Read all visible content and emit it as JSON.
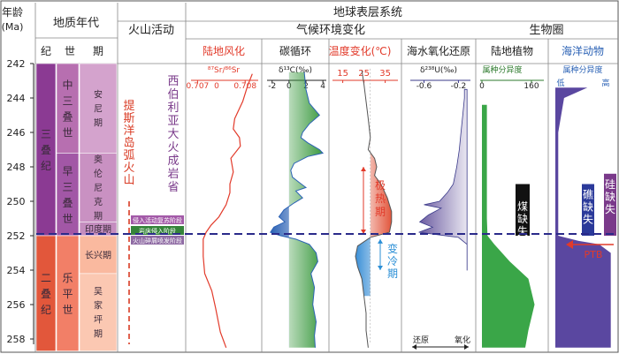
{
  "chart_data": {
    "type": "line",
    "y_axis": {
      "label": "年龄",
      "unit": "(Ma)",
      "ticks": [
        242,
        244,
        246,
        248,
        250,
        252,
        254,
        256,
        258
      ],
      "range": [
        242,
        258
      ]
    },
    "headers": {
      "geo_time": "地质年代",
      "period": "纪",
      "epoch": "世",
      "stage": "期",
      "volcanic": "火山活动",
      "surface_system": "地球表层系统",
      "climate_env": "气候环境变化",
      "biosphere": "生物圈"
    },
    "periods": [
      {
        "name": "三叠纪",
        "chars": [
          "三",
          "叠",
          "纪"
        ],
        "from": 242,
        "to": 252,
        "color": "#8b3a93"
      },
      {
        "name": "二叠纪",
        "chars": [
          "二",
          "叠",
          "纪"
        ],
        "from": 252,
        "to": 258.7,
        "color": "#e2573b"
      }
    ],
    "epochs": [
      {
        "name": "中三叠世",
        "chars": [
          "中",
          "三",
          "叠",
          "世"
        ],
        "from": 242,
        "to": 247.2,
        "color": "#b76fb0"
      },
      {
        "name": "早三叠世",
        "chars": [
          "早",
          "三",
          "叠",
          "世"
        ],
        "from": 247.2,
        "to": 252,
        "color": "#a257a6"
      },
      {
        "name": "乐平世",
        "chars": [
          "乐",
          "平",
          "世"
        ],
        "from": 252,
        "to": 258.7,
        "color": "#f27f67"
      }
    ],
    "stages": [
      {
        "name": "安尼期",
        "chars": [
          "安",
          "尼",
          "期"
        ],
        "from": 242,
        "to": 247.2,
        "color": "#d4a3cd"
      },
      {
        "name": "奥伦尼克期",
        "chars": [
          "奥",
          "伦",
          "尼",
          "克",
          "期"
        ],
        "from": 247.2,
        "to": 251.2,
        "color": "#c991c2"
      },
      {
        "name": "印度期",
        "chars": [
          "印度期"
        ],
        "from": 251.2,
        "to": 252,
        "color": "#c48dbf"
      },
      {
        "name": "长兴期",
        "chars": [
          "长兴期"
        ],
        "from": 252,
        "to": 254.2,
        "color": "#fab99f"
      },
      {
        "name": "吴家坪期",
        "chars": [
          "吴",
          "家",
          "坪",
          "期"
        ],
        "from": 254.2,
        "to": 258.7,
        "color": "#fbc8b2"
      }
    ],
    "volcanic": {
      "tethys_arc": {
        "chars": [
          "提",
          "斯",
          "洋",
          "岛",
          "弧",
          "火",
          "山"
        ],
        "color": "#d93b24"
      },
      "siberian_traps": {
        "chars": [
          "西",
          "伯",
          "利",
          "亚",
          "大",
          "火",
          "成",
          "岩",
          "省"
        ],
        "color": "#7a3a8a"
      },
      "phases": [
        {
          "label": "侵入活动复苏阶段",
          "color": "#a35aa8"
        },
        {
          "label": "岩床侵入阶段",
          "color": "#35843a"
        },
        {
          "label": "火山碎屑喷发阶段",
          "color": "#8e6aa3"
        }
      ]
    },
    "boundary_age": 251.9,
    "panels": [
      {
        "title": "陆地风化",
        "title_color": "#e23a2a",
        "axis_label": "⁸⁷Sr/⁸⁶Sr",
        "ticks": [
          0.707,
          0.708
        ],
        "tick_labels": [
          "0.707",
          "0",
          "0.708"
        ],
        "range": [
          0.7069,
          0.7082
        ],
        "series": [
          {
            "name": "",
            "color": "#e23a2a",
            "points": [
              [
                0.70815,
                242.6
              ],
              [
                0.70805,
                243.3
              ],
              [
                0.70795,
                244.2
              ],
              [
                0.70778,
                245.2
              ],
              [
                0.70775,
                245.8
              ],
              [
                0.70788,
                246.3
              ],
              [
                0.7079,
                246.8
              ],
              [
                0.7077,
                247.5
              ],
              [
                0.70775,
                248.3
              ],
              [
                0.70768,
                249.0
              ],
              [
                0.70768,
                249.5
              ],
              [
                0.7076,
                250.2
              ],
              [
                0.70745,
                250.9
              ],
              [
                0.70728,
                251.4
              ],
              [
                0.70718,
                251.8
              ],
              [
                0.70712,
                252.2
              ],
              [
                0.70712,
                253.2
              ],
              [
                0.70715,
                254.2
              ],
              [
                0.7073,
                255.2
              ],
              [
                0.70738,
                256.2
              ],
              [
                0.70748,
                257.6
              ],
              [
                0.7076,
                258.5
              ]
            ]
          }
        ]
      },
      {
        "title": "碳循环",
        "title_color": "#222222",
        "axis_label": "δ¹³C(‰)",
        "ticks": [
          -2,
          0,
          2,
          4
        ],
        "tick_labels": [
          "-2",
          "0",
          "2",
          "4"
        ],
        "range": [
          -2.6,
          4.3
        ],
        "fill_from": 0,
        "positive_color": "#3c9a40",
        "negative_color": "#2b62b5",
        "points": [
          [
            1.8,
            242.5
          ],
          [
            2.0,
            243.5
          ],
          [
            2.4,
            244.3
          ],
          [
            3.6,
            245.0
          ],
          [
            2.4,
            245.5
          ],
          [
            1.6,
            246.0
          ],
          [
            1.4,
            246.3
          ],
          [
            2.2,
            246.6
          ],
          [
            3.6,
            247.0
          ],
          [
            4.0,
            247.2
          ],
          [
            2.2,
            247.4
          ],
          [
            0.6,
            247.8
          ],
          [
            0.2,
            248.2
          ],
          [
            0.4,
            248.6
          ],
          [
            1.2,
            248.9
          ],
          [
            2.0,
            249.2
          ],
          [
            0.8,
            249.4
          ],
          [
            1.6,
            249.8
          ],
          [
            0.6,
            250.1
          ],
          [
            -0.6,
            250.5
          ],
          [
            -1.2,
            250.9
          ],
          [
            -0.5,
            251.2
          ],
          [
            -1.8,
            251.5
          ],
          [
            -2.2,
            251.8
          ],
          [
            -1.0,
            252.0
          ],
          [
            0.8,
            252.2
          ],
          [
            2.4,
            252.5
          ],
          [
            3.2,
            253.0
          ],
          [
            3.4,
            253.5
          ],
          [
            2.6,
            254.2
          ],
          [
            3.0,
            255.0
          ],
          [
            2.8,
            256.0
          ],
          [
            3.2,
            257.0
          ],
          [
            3.0,
            257.8
          ],
          [
            3.1,
            258.5
          ]
        ]
      },
      {
        "title": "温度变化",
        "title_unit": "(℃)",
        "title_color": "#e23a2a",
        "ticks": [
          15,
          25,
          35
        ],
        "tick_labels": [
          "15",
          "25",
          "35"
        ],
        "range": [
          11,
          41
        ],
        "fill_from": 28,
        "warm_color": "#e2553b",
        "cold_color": "#3a8fd6",
        "points": [
          [
            24,
            242.4
          ],
          [
            25,
            243.2
          ],
          [
            26,
            244.2
          ],
          [
            27,
            245.2
          ],
          [
            28,
            246.3
          ],
          [
            27,
            247.0
          ],
          [
            30,
            247.5
          ],
          [
            31,
            248.0
          ],
          [
            30,
            248.5
          ],
          [
            33,
            249.0
          ],
          [
            36,
            249.8
          ],
          [
            38,
            250.6
          ],
          [
            38,
            251.2
          ],
          [
            37,
            251.8
          ],
          [
            28,
            252.1
          ],
          [
            22,
            252.6
          ],
          [
            21,
            253.2
          ],
          [
            22,
            253.8
          ],
          [
            24,
            254.5
          ],
          [
            25,
            255.5
          ],
          [
            26,
            256.5
          ],
          [
            26,
            257.5
          ],
          [
            27,
            258.5
          ]
        ],
        "annotations": [
          {
            "text": "极热期",
            "color": "#e23a2a",
            "from": 248.0,
            "to": 251.9
          },
          {
            "text": "变冷期",
            "color": "#2b8fd6",
            "from": 252.2,
            "to": 254.0
          }
        ]
      },
      {
        "title": "海水氧化还原",
        "title_color": "#222222",
        "axis_label": "δ²³⁸U(‰)",
        "ticks": [
          -0.6,
          -0.2
        ],
        "tick_labels": [
          "-0.6",
          "-0.2"
        ],
        "range": [
          -0.8,
          -0.04
        ],
        "fill_color": "#6a5aa0",
        "points": [
          [
            -0.13,
            243.5
          ],
          [
            -0.13,
            244.0
          ],
          [
            -0.15,
            245.0
          ],
          [
            -0.17,
            246.0
          ],
          [
            -0.19,
            247.0
          ],
          [
            -0.22,
            248.0
          ],
          [
            -0.26,
            249.0
          ],
          [
            -0.33,
            249.5
          ],
          [
            -0.42,
            250.0
          ],
          [
            -0.6,
            250.2
          ],
          [
            -0.4,
            250.4
          ],
          [
            -0.55,
            250.8
          ],
          [
            -0.65,
            251.2
          ],
          [
            -0.5,
            251.5
          ],
          [
            -0.66,
            251.8
          ],
          [
            -0.2,
            252.1
          ],
          [
            -0.1,
            252.5
          ],
          [
            -0.1,
            253.5
          ],
          [
            -0.1,
            254.0
          ]
        ],
        "bottom_labels": {
          "left": "还原",
          "right": "氧化"
        }
      },
      {
        "title": "陆地植物",
        "title_color": "#222222",
        "axis_label": "属种分异度",
        "axis_label_color": "#2d7a2d",
        "ticks": [
          0,
          160
        ],
        "tick_labels": [
          "0",
          "160"
        ],
        "range": [
          0,
          200
        ],
        "fill_color": "#3aa648",
        "points": [
          [
            0,
            244.4
          ],
          [
            16,
            244.4
          ],
          [
            16,
            251.0
          ],
          [
            18,
            252.0
          ],
          [
            40,
            252.5
          ],
          [
            90,
            253.5
          ],
          [
            150,
            254.5
          ],
          [
            170,
            256.0
          ],
          [
            150,
            257.5
          ],
          [
            140,
            258.5
          ]
        ],
        "gap_label": "煤缺失",
        "gap": {
          "from": 249.0,
          "to": 252.0,
          "color": "#111111"
        }
      },
      {
        "title": "海洋动物",
        "title_color": "#2b62b5",
        "axis_label": "属种分异度",
        "axis_label_color": "#2b62b5",
        "tick_labels": [
          "低",
          "高"
        ],
        "fill_color": "#5a47a0",
        "points": [
          [
            0.55,
            243.4
          ],
          [
            0.15,
            244.0
          ],
          [
            0.05,
            246.0
          ],
          [
            0.05,
            248.0
          ],
          [
            0.05,
            250.0
          ],
          [
            0.05,
            252.0
          ],
          [
            0.4,
            252.3
          ],
          [
            0.75,
            252.5
          ],
          [
            0.95,
            253.0
          ],
          [
            0.95,
            255.0
          ],
          [
            0.95,
            258.5
          ]
        ],
        "gaps": [
          {
            "label": "礁缺失",
            "from": 249.0,
            "to": 252.0,
            "color": "#2b3a9a"
          },
          {
            "label": "硅缺失",
            "from": 248.4,
            "to": 252.0,
            "color": "#7a3a8a"
          }
        ],
        "arrow_label": "PTB",
        "arrow_color": "#e23a2a"
      }
    ]
  }
}
